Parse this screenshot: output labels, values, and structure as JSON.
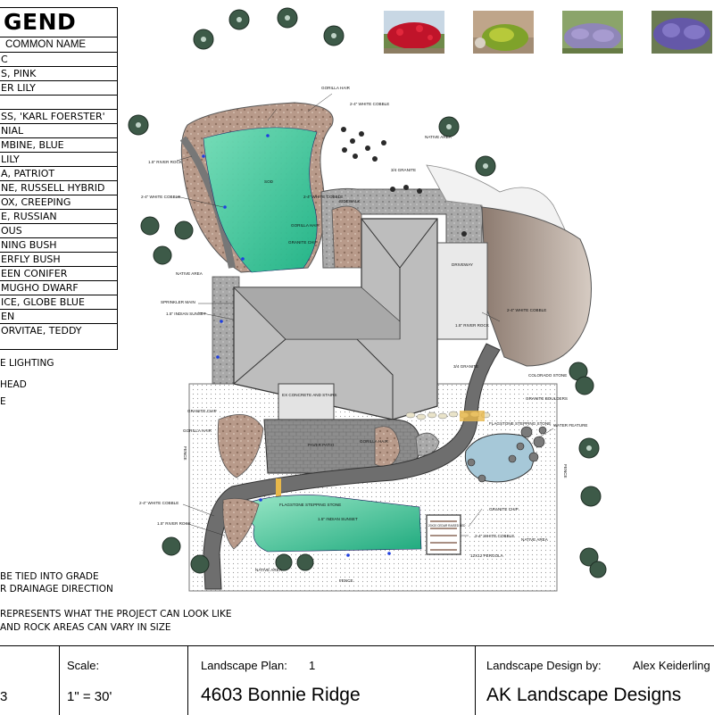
{
  "legend": {
    "title": "GEND",
    "header": "COMMON NAME",
    "items": [
      "C",
      "S, PINK",
      "ER LILY",
      "",
      "SS, 'KARL FOERSTER'",
      "NIAL",
      "MBINE, BLUE",
      "LILY",
      "A, PATRIOT",
      "NE, RUSSELL HYBRID",
      "OX, CREEPING",
      "E, RUSSIAN",
      "OUS",
      "NING BUSH",
      "ERFLY BUSH",
      "EEN CONIFER",
      " MUGHO DWARF",
      "ICE, GLOBE BLUE",
      "EN",
      "ORVITAE, TEDDY"
    ]
  },
  "notes": {
    "lighting": "E LIGHTING",
    "head": "HEAD",
    "e": "E",
    "grade_1": "BE TIED INTO GRADE",
    "grade_2": "R DRAINAGE DIRECTION",
    "disclaimer_1": "REPRESENTS WHAT THE PROJECT CAN LOOK LIKE",
    "disclaimer_2": "AND ROCK AREAS CAN VARY IN SIZE"
  },
  "title_block": {
    "sheet_num": "3",
    "scale_label": "Scale:",
    "scale_value": "1\" = 30'",
    "plan_label": "Landscape Plan:",
    "plan_number": "1",
    "address": "4603 Bonnie Ridge",
    "designer_label": "Landscape Design by:",
    "designer_name": "Alex Keiderling",
    "company": "AK Landscape Designs"
  },
  "plan_labels": {
    "gorilla_hair_top": "GORILLA HAIR",
    "white_cobble_top": "2-4\" WHITE COBBLE",
    "native_area_top": "NATIVE AREA",
    "river_rock_top": "1.5\" RIVER ROCK",
    "granite_34": "3/4 GRANITE",
    "sod": "SOD",
    "white_cobble_left": "2-4\" WHITE COBBLE",
    "white_cobble_mid": "2-4\" WHITE COBBLE",
    "sidewalk": "SIDEWALK",
    "gorilla_hair_mid": "GORILLA HAIR",
    "granite_chip_mid": "GRANITE CHIP",
    "native_area_left": "NATIVE AREA",
    "sprinkler_main": "SPRINKLER MAIN",
    "indian_sunset": "1.5\" INDIAN SUNSET",
    "driveway": "DRIVEWAY",
    "river_rock_right": "1.5\" RIVER ROCK",
    "white_cobble_right": "2-4\" WHITE COBBLE",
    "granite_34_right": "3/4 GRANITE",
    "colorado_stone": "COLORADO STONE",
    "granite_boulders": "GRANITE BOULDERS",
    "concrete_stairs": "EX CONCRETE AND STAIRS",
    "granite_chip_left": "GRANITE CHIP",
    "gorilla_hair_left": "GORILLA HAIR",
    "paver_patio": "PAVER PATIO",
    "gorilla_hair_center": "GORILLA HAIR",
    "water_feature": "WATER FEATURE",
    "flagstone": "FLAGSTONE STEPPING STONE",
    "fence_left": "FENCE",
    "fence_right": "FENCE",
    "fence_bottom": "FENCE",
    "white_cobble_bl": "2-4\" WHITE COBBLE",
    "river_rock_bl": "1.5\" RIVER ROCK",
    "native_area_bl": "NATIVE AREA",
    "indian_sunset_bottom": "1.5\" INDIAN SUNSET",
    "stepping_stone": "FLAGSTONE STEPPING STONE",
    "granite_chip_right": "GRANITE CHIP",
    "white_cobble_br": "2-4\" WHITE COBBLE",
    "native_area_br": "NATIVE AREA",
    "pergola": "12X12 PERGOLA",
    "raised_bed": "20X20 CEDAR RAISED BED"
  },
  "photos": [
    "shrub-red-roses-photo",
    "shrub-yellow-green-photo",
    "lavender-bush-photo",
    "russian-sage-photo"
  ],
  "colors": {
    "sod": "#2fc79a",
    "rock_bed": "#a3a3a3",
    "path": "#6a6a6a",
    "roof": "#b9b9b9",
    "driveway_soil": "#9c8a7f",
    "water": "#a6c8d8"
  }
}
